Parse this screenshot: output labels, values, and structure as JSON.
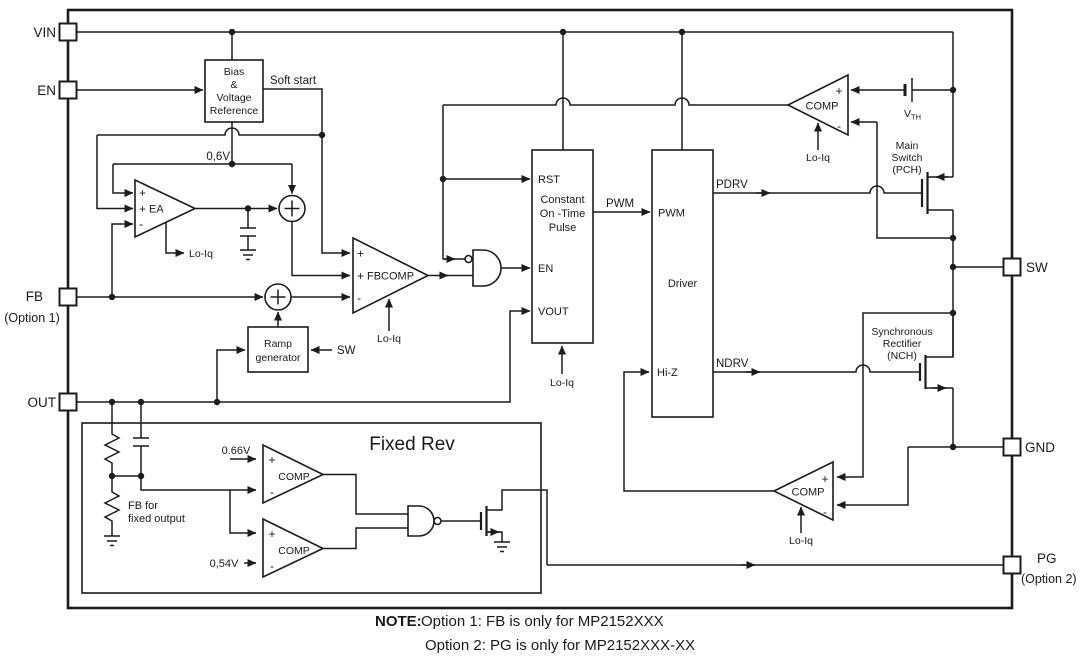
{
  "note": {
    "label": "NOTE:",
    "line1": "Option 1: FB is only for MP2152XXX",
    "line2": "Option 2: PG is only for MP2152XXX-XX"
  },
  "pins": {
    "vin": "VIN",
    "en": "EN",
    "fb": "FB",
    "fb_option": "(Option 1)",
    "out": "OUT",
    "sw": "SW",
    "gnd": "GND",
    "pg": "PG",
    "pg_option": "(Option 2)"
  },
  "blocks": {
    "bias_line1": "Bias",
    "bias_line2": "&",
    "bias_line3": "Voltage",
    "bias_line4": "Reference",
    "cot_line1": "Constant",
    "cot_line2": "On -Time",
    "cot_line3": "Pulse",
    "driver": "Driver",
    "ramp_line1": "Ramp",
    "ramp_line2": "generator",
    "fixed_title": "Fixed Rev"
  },
  "ports": {
    "rst": "RST",
    "en": "EN",
    "vout": "VOUT",
    "pwm": "PWM",
    "hiz": "Hi-Z",
    "pdrv": "PDRV",
    "ndrv": "NDRV"
  },
  "signals": {
    "soft_start": "Soft start",
    "pwm": "PWM",
    "sw": "SW"
  },
  "amps": {
    "ea": "EA",
    "fbcomp": "FBCOMP",
    "comp": "COMP",
    "lo_iq": "Lo-Iq",
    "plus": "+",
    "minus": "-"
  },
  "voltages": {
    "ref": "0,6V",
    "vth_main": "V",
    "vth_sub": "TH",
    "ovp": "0.66V",
    "uvp": "0,54V"
  },
  "mosfets": {
    "main1": "Main",
    "main2": "Switch",
    "main3": "(PCH)",
    "sync1": "Synchronous",
    "sync2": "Rectifier",
    "sync3": "(NCH)"
  },
  "fixed": {
    "fb1": "FB for",
    "fb2": "fixed output"
  }
}
